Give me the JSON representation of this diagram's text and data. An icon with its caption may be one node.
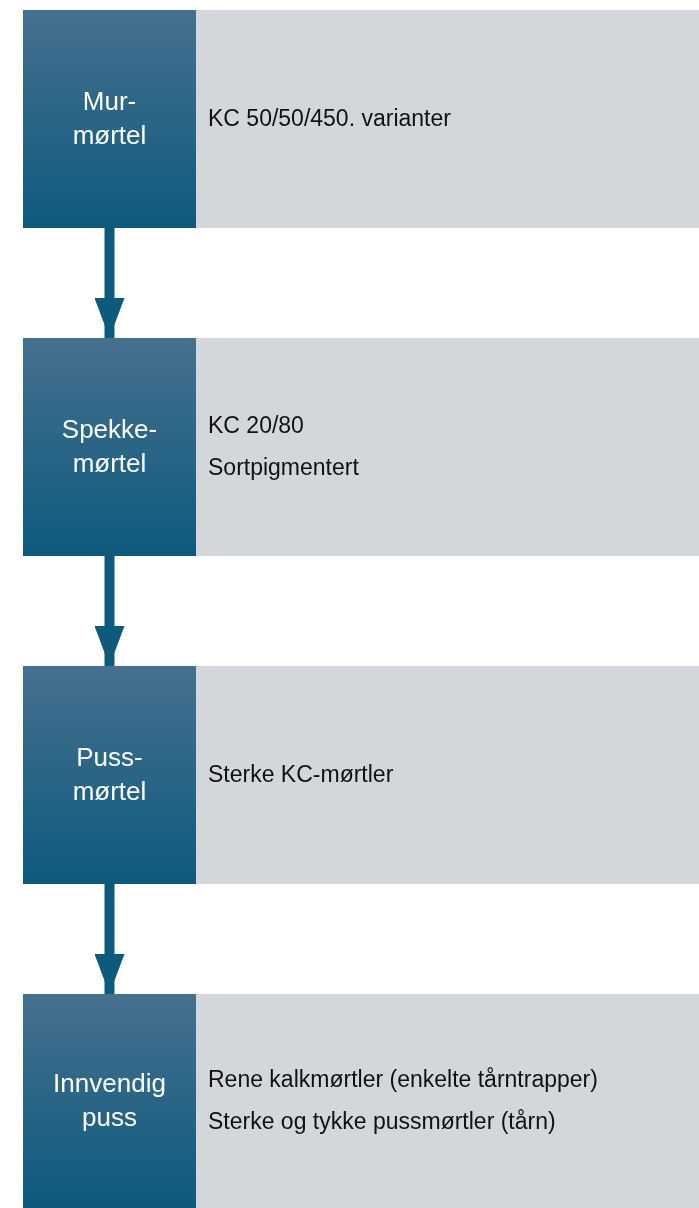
{
  "diagram": {
    "nodes": [
      {
        "text": [
          "Mur- mørtel"
        ]
      },
      {
        "text": [
          "KC 50/50/450. varianter"
        ]
      },
      {
        "text": [
          "Spekke- mørtel"
        ]
      },
      {
        "text": [
          "KC 20/80",
          "Sortpigmentert"
        ]
      },
      {
        "text": [
          "Puss- mørtel"
        ]
      },
      {
        "text": [
          "Sterke KC-mørtler"
        ]
      },
      {
        "text": [
          "Innvendig puss"
        ]
      },
      {
        "text": [
          "Rene kalkmørtler (enkelte tårntrapper)",
          "Sterke og tykke pussmørtler (tårn)"
        ]
      }
    ],
    "edges": [
      {
        "from": 0,
        "to": 2,
        "arrow": "to"
      },
      {
        "from": 2,
        "to": 4,
        "arrow": "to"
      },
      {
        "from": 4,
        "to": 6,
        "arrow": "to"
      }
    ]
  }
}
